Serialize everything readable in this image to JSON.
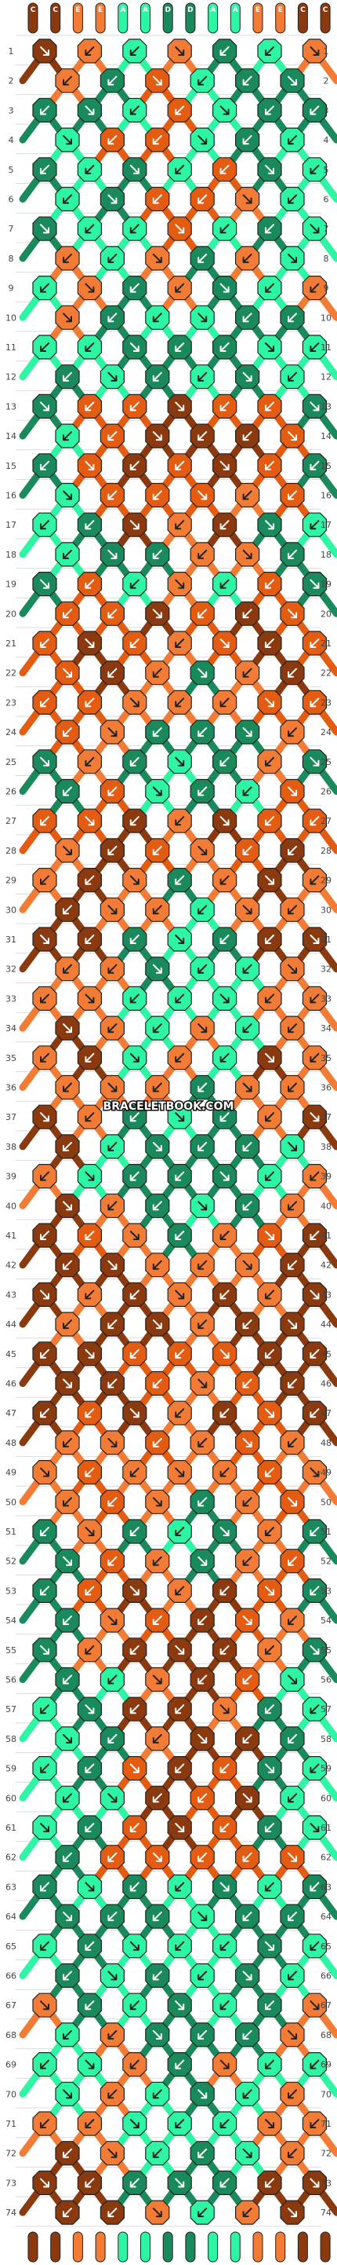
{
  "watermark": "BRACELETBOOK.COM",
  "colors": {
    "A": "#8a3a0e",
    "B": "#f27c35",
    "C": "#1a8a5c",
    "D": "#2ef5a4",
    "E": "#e35c12"
  },
  "strands": [
    "A",
    "A",
    "B",
    "B",
    "D",
    "D",
    "C",
    "C",
    "D",
    "D",
    "B",
    "B",
    "A",
    "A"
  ],
  "strand_labels": [
    "C",
    "C",
    "E",
    "E",
    "A",
    "A",
    "D",
    "D",
    "A",
    "A",
    "E",
    "E",
    "C",
    "C"
  ],
  "rows": [
    "1",
    "2",
    "3",
    "4",
    "5",
    "6",
    "7",
    "8",
    "9",
    "10",
    "11",
    "12",
    "13",
    "14",
    "15",
    "16",
    "17",
    "18",
    "19",
    "20",
    "21",
    "22",
    "23",
    "24",
    "25",
    "26",
    "27",
    "28",
    "29",
    "30",
    "31",
    "32",
    "33",
    "34",
    "35",
    "36",
    "37",
    "38",
    "39",
    "40",
    "41",
    "42",
    "43",
    "44",
    "45",
    "46",
    "47",
    "48",
    "49",
    "50",
    "51",
    "52",
    "53",
    "54",
    "55",
    "56",
    "57",
    "58",
    "59",
    "60",
    "61",
    "62",
    "63",
    "64",
    "65",
    "66",
    "67",
    "68",
    "69",
    "70",
    "71",
    "72",
    "73",
    "74"
  ],
  "knot_colors": [
    "ABDBCDB",
    "BCEDCCB",
    "CCDEDCC",
    "DEEDCDD",
    "CDCDECD",
    "DCEEBDC",
    "CDDEDCD",
    "BDBCBDB",
    "DBCBCDB",
    "BCDDCCB",
    "DDCCCDD",
    "CDCDCDC",
    "CEEAEEC",
    "DEAAAED",
    "CEAEAEC",
    "DEEEBED",
    "DCABACD",
    "DCCBBCD",
    "CEDBDEC",
    "EEAEAEE",
    "EAEBEAE",
    "EABCBAE",
    "EEBBBEE",
    "EBCCCBE",
    "CBCDCBC",
    "CEDCDEC",
    "EEABAEE",
    "BAEBEAB",
    "BABCBAB",
    "ABBDBBA",
    "AACDCAA",
    "BBCDDBB",
    "BBDDDBB",
    "ABDBDBA",
    "BADBDAB",
    "BBBCBBB",
    "ABCDCBA",
    "ADCCCDA",
    "BDCCCDB",
    "ABCDCBA",
    "AEBCBEA",
    "AABBBAA",
    "ABABABA",
    "BAABAAB",
    "AAEEEAA",
    "AAEBEAA",
    "AEABAEA",
    "BBEBEBB",
    "BEBBBEB",
    "BEBCBEB",
    "CBCDCBC",
    "CEBCBEC",
    "CEABAEC",
    "CBEAEBC",
    "CBAAABC",
    "CDBAEDC",
    "DCAABCD",
    "DCBAACD",
    "DCEAECD",
    "DDAEADD",
    "DCEAECD",
    "CEEEEEC",
    "CDCDCDC",
    "CCCDCCC",
    "DCDDDCD",
    "CDCDCDC",
    "BCDCDCB",
    "DBCCCBD",
    "DDBCBDD",
    "DBDCDBD",
    "BBDDDBB",
    "ABDCDBA",
    "AACCCAA",
    "AABDBAA"
  ]
}
